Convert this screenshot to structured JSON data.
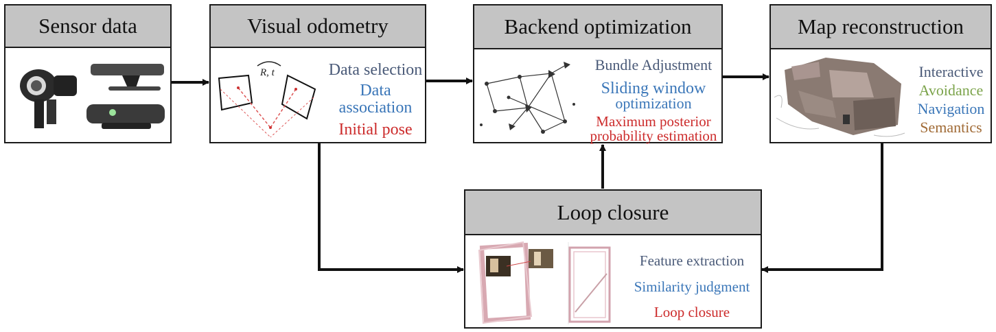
{
  "colors": {
    "header_bg": "#c4c4c4",
    "slate": "#4a5a78",
    "blue": "#3a76b8",
    "red": "#cc2b2b",
    "green": "#7ba34a",
    "brown": "#a06a35"
  },
  "blocks": {
    "sensor": {
      "title": "Sensor data",
      "images": [
        "webcam",
        "depth-camera",
        "depth-camera"
      ]
    },
    "vo": {
      "title": "Visual odometry",
      "pose_label": "R, t",
      "items": [
        {
          "text": "Data selection",
          "color": "slate"
        },
        {
          "text": "Data",
          "color": "blue"
        },
        {
          "text": "association",
          "color": "blue"
        },
        {
          "text": "Initial pose",
          "color": "red"
        }
      ]
    },
    "backend": {
      "title": "Backend optimization",
      "items": [
        {
          "text": "Bundle Adjustment",
          "color": "slate"
        },
        {
          "text": "Sliding window",
          "color": "blue"
        },
        {
          "text": "optimization",
          "color": "blue"
        },
        {
          "text": "Maximum posterior",
          "color": "red"
        },
        {
          "text": "probability estimation",
          "color": "red"
        }
      ]
    },
    "map": {
      "title": "Map reconstruction",
      "items": [
        {
          "text": "Interactive",
          "color": "slate"
        },
        {
          "text": "Avoidance",
          "color": "green"
        },
        {
          "text": "Navigation",
          "color": "blue"
        },
        {
          "text": "Semantics",
          "color": "brown"
        }
      ]
    },
    "loop": {
      "title": "Loop closure",
      "items": [
        {
          "text": "Feature extraction",
          "color": "slate"
        },
        {
          "text": "Similarity judgment",
          "color": "blue"
        },
        {
          "text": "Loop closure",
          "color": "red"
        }
      ]
    }
  },
  "arrows": [
    {
      "from": "Sensor data",
      "to": "Visual odometry"
    },
    {
      "from": "Visual odometry",
      "to": "Backend optimization"
    },
    {
      "from": "Backend optimization",
      "to": "Map reconstruction"
    },
    {
      "from": "Visual odometry",
      "to": "Loop closure"
    },
    {
      "from": "Map reconstruction",
      "to": "Loop closure"
    },
    {
      "from": "Loop closure",
      "to": "Backend optimization"
    }
  ]
}
